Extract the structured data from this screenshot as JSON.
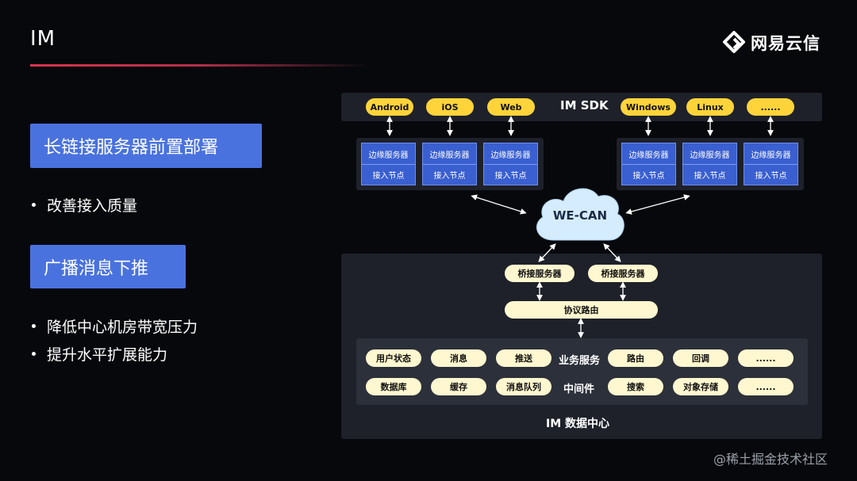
{
  "slide": {
    "title": "IM",
    "logo_text": "网易云信",
    "watermark": "@稀土掘金技术社区"
  },
  "left": {
    "box1": "长链接服务器前置部署",
    "box1_bullets": [
      "改善接入质量"
    ],
    "box2": "广播消息下推",
    "box2_bullets": [
      "降低中心机房带宽压力",
      "提升水平扩展能力"
    ]
  },
  "diagram": {
    "sdk_label": "IM SDK",
    "platforms_left": [
      "Android",
      "iOS",
      "Web"
    ],
    "platforms_right": [
      "Windows",
      "Linux",
      "......"
    ],
    "edge_node_top": "边缘服务器",
    "edge_node_bottom": "接入节点",
    "cloud": "WE-CAN",
    "bridge": [
      "桥接服务器",
      "桥接服务器"
    ],
    "router": "协议路由",
    "biz_label": "业务服务",
    "mid_label": "中间件",
    "biz_left": [
      "用户状态",
      "消息",
      "推送"
    ],
    "biz_right": [
      "路由",
      "回调",
      "......"
    ],
    "mid_left": [
      "数据库",
      "缓存",
      "消息队列"
    ],
    "mid_right": [
      "搜索",
      "对象存储",
      "......"
    ],
    "dc_label": "IM 数据中心"
  }
}
